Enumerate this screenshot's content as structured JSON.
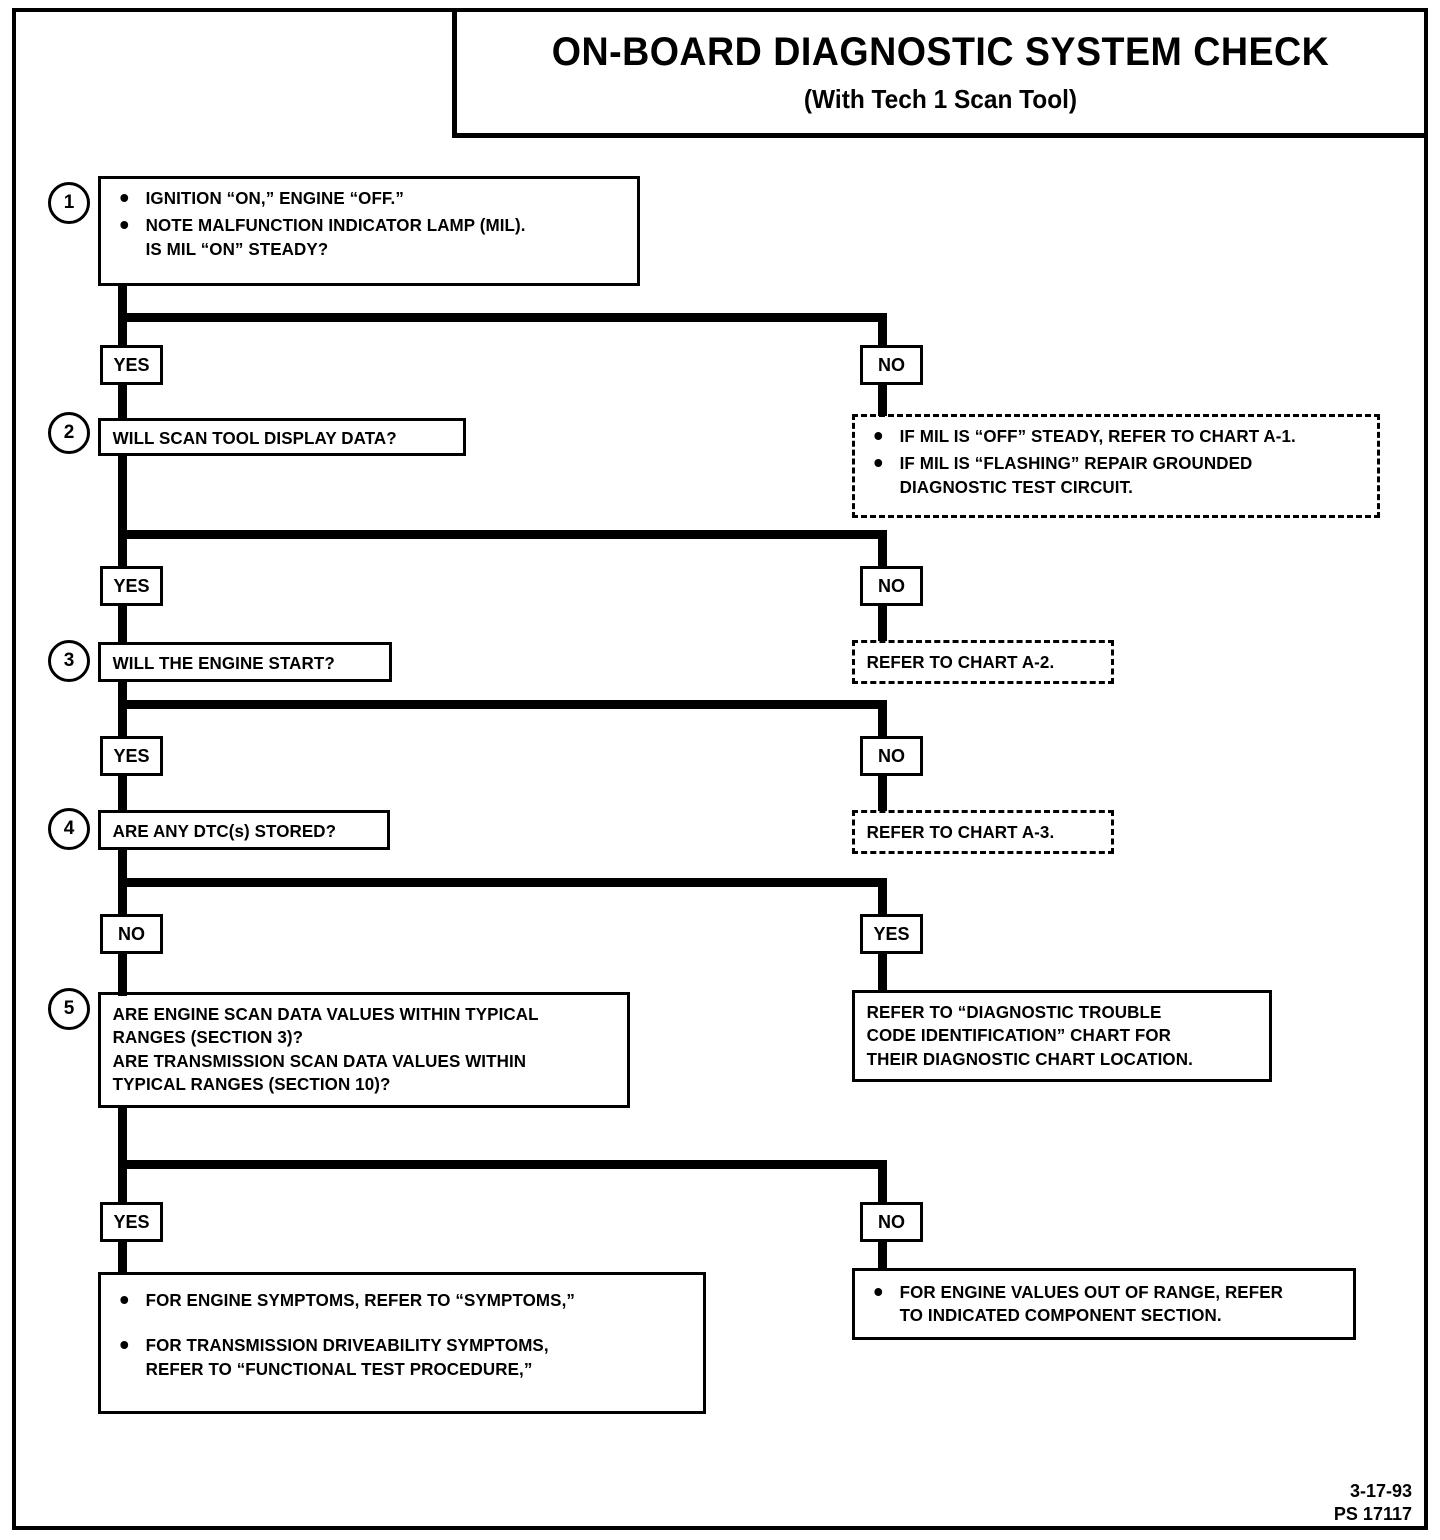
{
  "title": {
    "main": "ON-BOARD DIAGNOSTIC SYSTEM CHECK",
    "sub": "(With Tech 1 Scan Tool)"
  },
  "steps": {
    "s1": {
      "number": "1",
      "line1": "IGNITION “ON,” ENGINE “OFF.”",
      "line2": "NOTE MALFUNCTION INDICATOR LAMP (MIL).",
      "line3": "IS MIL “ON” STEADY?"
    },
    "s2": {
      "number": "2",
      "text": "WILL SCAN TOOL DISPLAY DATA?"
    },
    "s3": {
      "number": "3",
      "text": "WILL THE ENGINE START?"
    },
    "s4": {
      "number": "4",
      "text": "ARE ANY DTC(s) STORED?"
    },
    "s5": {
      "number": "5",
      "line1": "ARE ENGINE SCAN DATA VALUES WITHIN TYPICAL",
      "line2": "RANGES (SECTION 3)?",
      "line3": "ARE TRANSMISSION SCAN DATA VALUES WITHIN",
      "line4": "TYPICAL RANGES (SECTION 10)?"
    }
  },
  "branch_labels": {
    "yes1": "YES",
    "no1": "NO",
    "yes2": "YES",
    "no2": "NO",
    "yes3": "YES",
    "no3": "NO",
    "no4": "NO",
    "yes4": "YES",
    "yes5": "YES",
    "no5": "NO"
  },
  "outcomes": {
    "mil_off": {
      "bullet1": "IF MIL IS “OFF” STEADY, REFER TO CHART A-1.",
      "bullet2_line1": "IF MIL IS “FLASHING” REPAIR GROUNDED",
      "bullet2_line2": "DIAGNOSTIC TEST CIRCUIT."
    },
    "chart_a2": "REFER TO CHART A-2.",
    "chart_a3": "REFER TO CHART A-3.",
    "dtc_ident": {
      "line1": "REFER TO “DIAGNOSTIC TROUBLE",
      "line2": "CODE IDENTIFICATION” CHART FOR",
      "line3": "THEIR DIAGNOSTIC CHART LOCATION."
    },
    "symptoms": {
      "bullet1": "FOR ENGINE SYMPTOMS, REFER TO “SYMPTOMS,”",
      "bullet2_line1": "FOR TRANSMISSION DRIVEABILITY SYMPTOMS,",
      "bullet2_line2": "REFER TO “FUNCTIONAL TEST PROCEDURE,”"
    },
    "out_of_range": {
      "line1": "FOR ENGINE VALUES OUT OF RANGE, REFER",
      "line2": "TO INDICATED COMPONENT SECTION."
    }
  },
  "footer": {
    "date": "3-17-93",
    "code": "PS 17117"
  }
}
